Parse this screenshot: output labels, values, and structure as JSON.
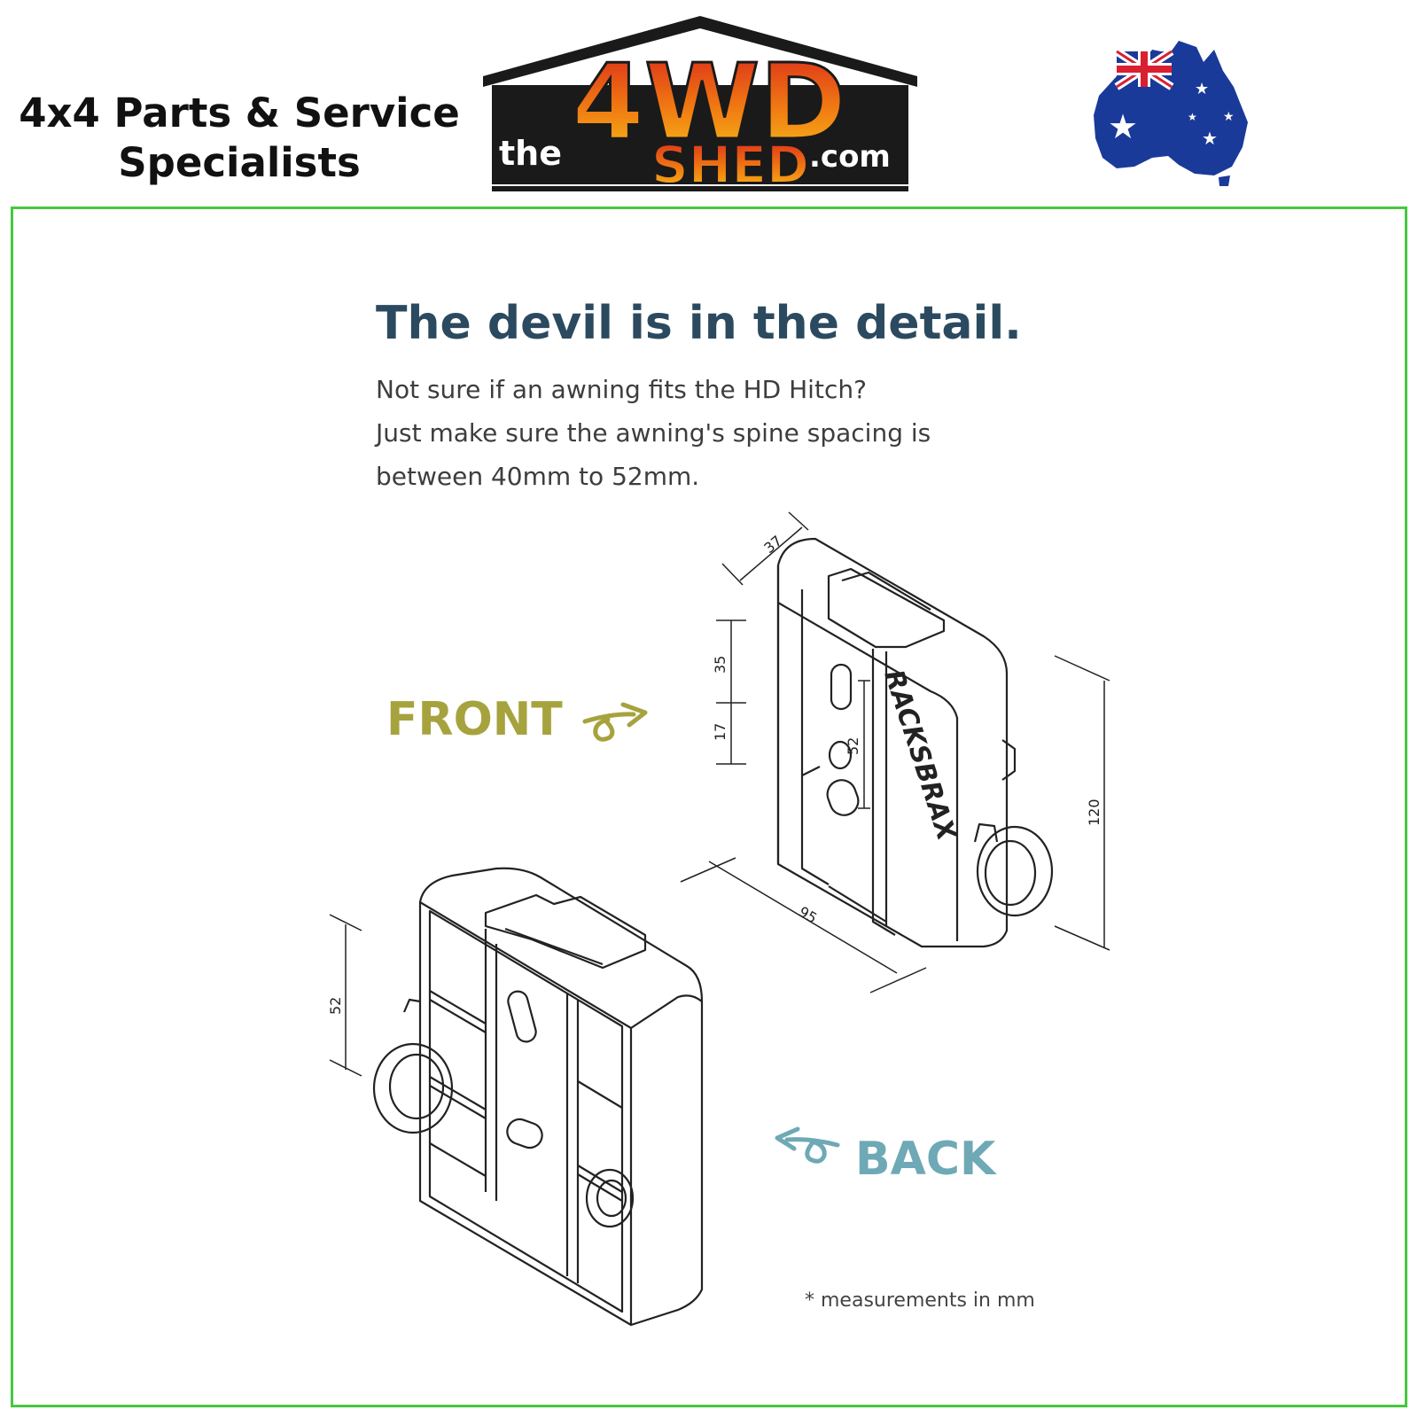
{
  "header": {
    "tagline_line1": "4x4 Parts & Service",
    "tagline_line2": "Specialists",
    "logo_the": "the",
    "logo_4wd": "4WD",
    "logo_shed": "SHED",
    "logo_com": ".com"
  },
  "content": {
    "headline": "The devil is in the detail.",
    "intro_lines": [
      "Not sure if an awning fits the HD Hitch?",
      "Just make sure the awning's spine spacing is",
      "between 40mm to 52mm."
    ],
    "front_label": "FRONT",
    "back_label": "BACK",
    "brand_mark": "RACKSBRAX",
    "note": "* measurements in mm"
  },
  "dimensions": {
    "front_depth": "37",
    "front_upper": "35",
    "front_lower": "17",
    "front_spacing": "52",
    "front_height": "120",
    "front_width": "95",
    "back_height": "52"
  },
  "colors": {
    "panel_border": "#46c83e",
    "headline": "#2b4a5f",
    "front_label": "#a6a33e",
    "back_label": "#6ea9b5",
    "logo_orange": "#f07a12",
    "logo_dark": "#1a1a1a"
  }
}
